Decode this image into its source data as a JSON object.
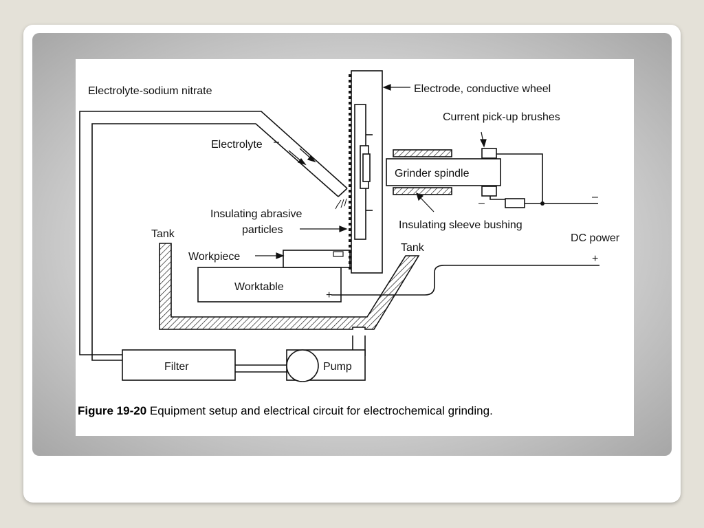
{
  "labels": {
    "electrolyte_sodium_nitrate": "Electrolyte-sodium nitrate",
    "electrode_wheel": "Electrode, conductive wheel",
    "current_brushes": "Current pick-up brushes",
    "electrolyte": "Electrolyte",
    "grinder_spindle": "Grinder spindle",
    "insulating_abrasive_1": "Insulating abrasive",
    "insulating_abrasive_2": "particles",
    "insulating_sleeve": "Insulating sleeve bushing",
    "tank_left": "Tank",
    "tank_right": "Tank",
    "dc_power": "DC power",
    "workpiece": "Workpiece",
    "worktable": "Worktable",
    "filter": "Filter",
    "pump": "Pump",
    "minus_brush": "–",
    "minus_power": "–",
    "plus_power": "+",
    "plus_table": "+"
  },
  "caption": {
    "figure_number": "Figure 19-20",
    "text": " Equipment setup and electrical circuit for electrochemical grinding."
  }
}
